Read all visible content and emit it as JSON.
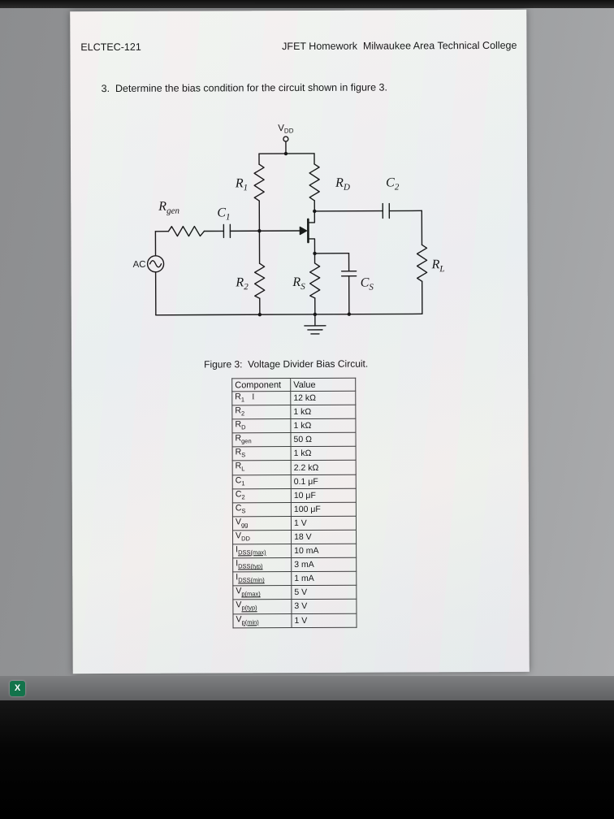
{
  "header": {
    "course": "ELCTEC-121",
    "title": "JFET Homework  Milwaukee Area Technical College"
  },
  "question": "3.  Determine the bias condition for the circuit shown in figure 3.",
  "figure": {
    "caption": "Figure 3:  Voltage Divider Bias Circuit.",
    "labels": {
      "vdd": {
        "base": "V",
        "sub": "DD"
      },
      "r1": {
        "base": "R",
        "sub": "1"
      },
      "rd": {
        "base": "R",
        "sub": "D"
      },
      "c2": {
        "base": "C",
        "sub": "2"
      },
      "rgen": {
        "base": "R",
        "sub": "gen"
      },
      "c1": {
        "base": "C",
        "sub": "1"
      },
      "ac": "AC",
      "r2": {
        "base": "R",
        "sub": "2"
      },
      "rs": {
        "base": "R",
        "sub": "S"
      },
      "cs": {
        "base": "C",
        "sub": "S"
      },
      "rl": {
        "base": "R",
        "sub": "L"
      }
    }
  },
  "cursor_glyph": "I",
  "table": {
    "headers": [
      "Component",
      "Value"
    ],
    "rows": [
      {
        "base": "R",
        "sub": "1",
        "value": "12 kΩ",
        "cursor": true
      },
      {
        "base": "R",
        "sub": "2",
        "value": "1 kΩ"
      },
      {
        "base": "R",
        "sub": "D",
        "value": "1 kΩ"
      },
      {
        "base": "R",
        "sub": "gen",
        "value": "50 Ω"
      },
      {
        "base": "R",
        "sub": "S",
        "value": "1 kΩ"
      },
      {
        "base": "R",
        "sub": "L",
        "value": "2.2 kΩ"
      },
      {
        "base": "C",
        "sub": "1",
        "value": "0.1 μF"
      },
      {
        "base": "C",
        "sub": "2",
        "value": "10 μF"
      },
      {
        "base": "C",
        "sub": "S",
        "value": "100 μF"
      },
      {
        "base": "V",
        "sub": "gg",
        "value": "1 V"
      },
      {
        "base": "V",
        "sub": "DD",
        "value": "18 V"
      },
      {
        "base": "I",
        "sub": "DSS(max)",
        "value": "10 mA",
        "sub_underline": true
      },
      {
        "base": "I",
        "sub": "DSS(typ)",
        "value": "3 mA",
        "sub_underline": true
      },
      {
        "base": "I",
        "sub": "DSS(min)",
        "value": "1 mA",
        "sub_underline": true
      },
      {
        "base": "V",
        "sub": "p(max)",
        "value": "5 V",
        "sub_underline": true
      },
      {
        "base": "V",
        "sub": "p(typ)",
        "value": "3 V",
        "sub_underline": true
      },
      {
        "base": "V",
        "sub": "p(min)",
        "value": "1 V",
        "sub_underline": true
      }
    ]
  },
  "taskbar": {
    "excel_icon": "excel-icon",
    "excel_glyph": "X"
  }
}
